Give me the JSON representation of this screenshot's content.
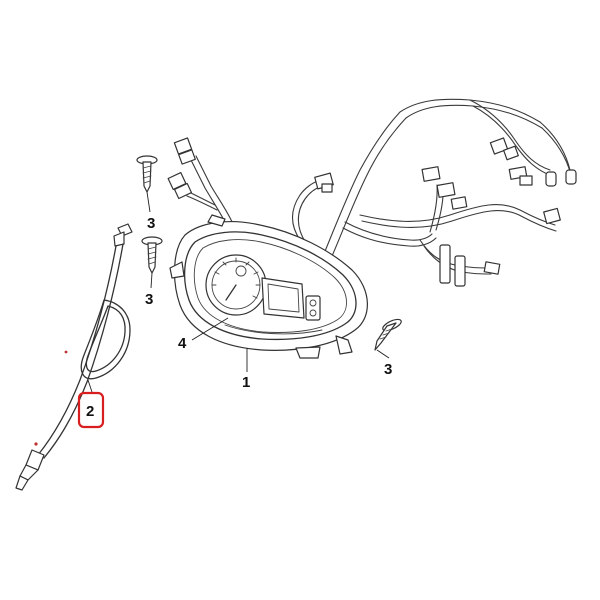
{
  "labels": {
    "cluster": "1",
    "speedometer_cable": "2",
    "screw_top": "3",
    "screw_mid": "3",
    "screw_right": "3",
    "gauge_face": "4"
  },
  "highlight": {
    "target": "2",
    "color": "#d81e1e"
  }
}
